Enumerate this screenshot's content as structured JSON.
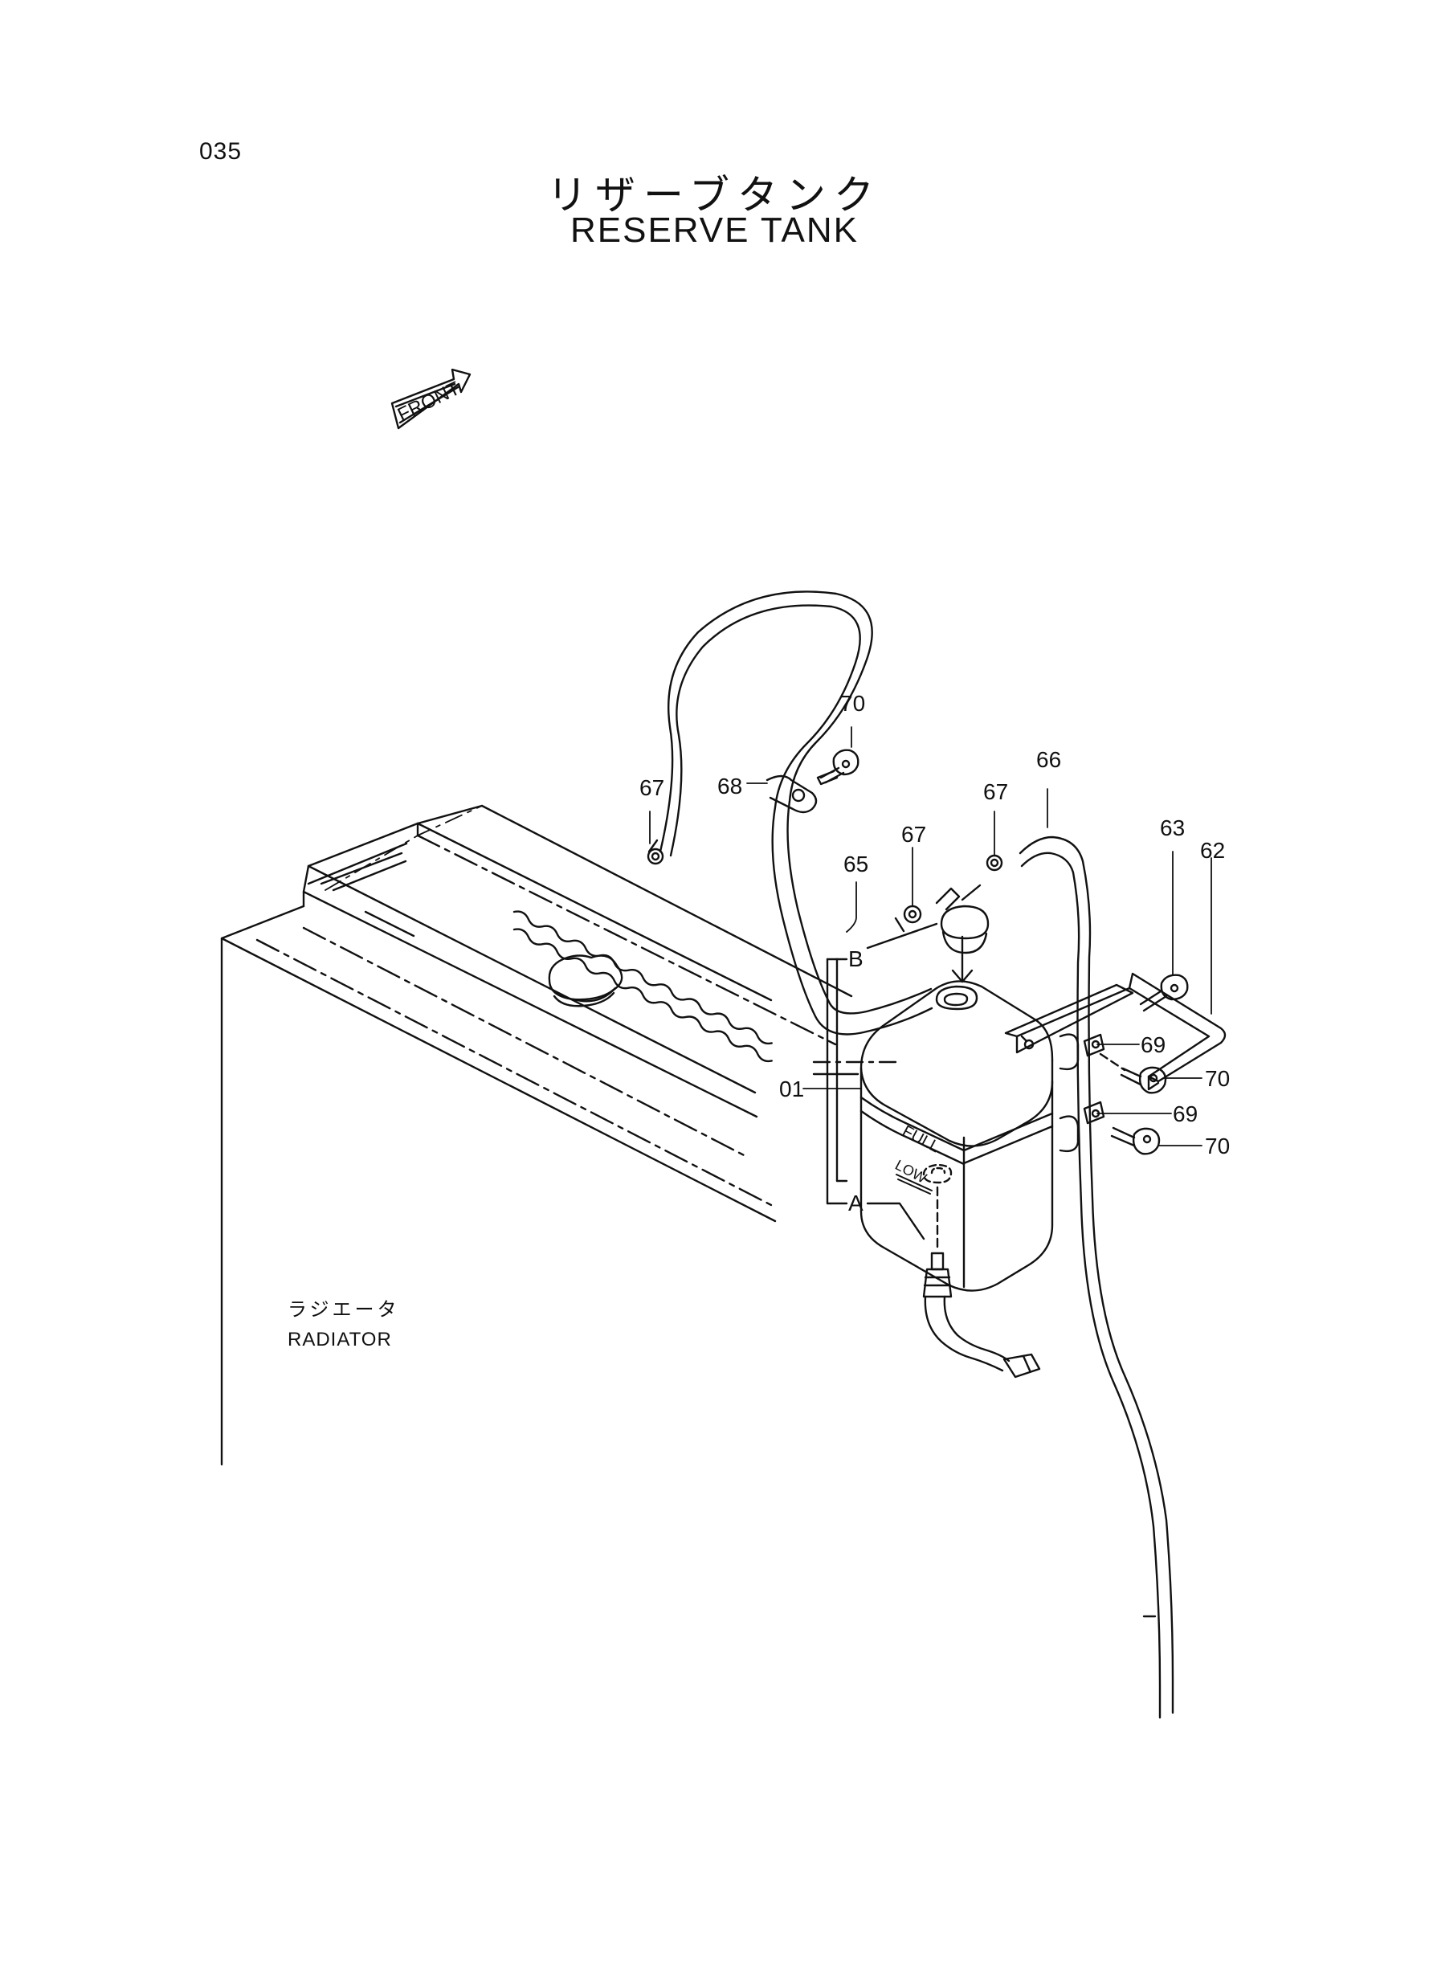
{
  "page": {
    "number": "035"
  },
  "title": {
    "japanese": "リザーブタンク",
    "english": "RESERVE TANK"
  },
  "front_marker": {
    "label": "FRONT"
  },
  "radiator": {
    "label_ja": "ラジエータ",
    "label_en": "RADIATOR"
  },
  "tank_marks": {
    "full": "FULL",
    "low": "LOW"
  },
  "callouts": {
    "c01": "01",
    "c62": "62",
    "c63": "63",
    "c65": "65",
    "c66": "66",
    "c67a": "67",
    "c67b": "67",
    "c67c": "67",
    "c68": "68",
    "c69a": "69",
    "c69b": "69",
    "c70a": "70",
    "c70b": "70",
    "c70c": "70",
    "cA": "A",
    "cB": "B"
  }
}
